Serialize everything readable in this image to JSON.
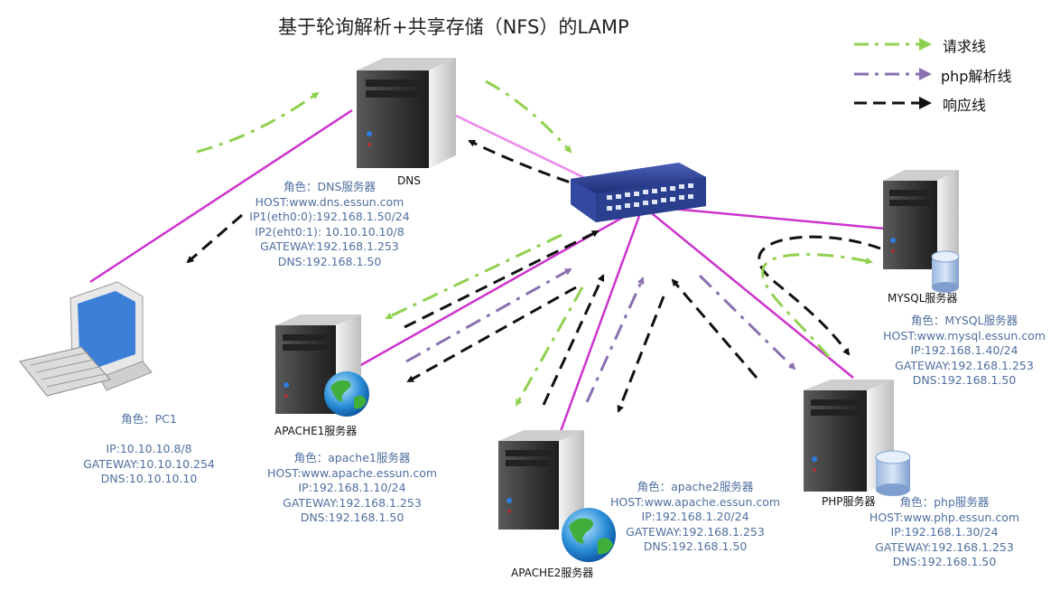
{
  "title": "基于轮询解析+共享存储（NFS）的LAMP",
  "legend": [
    {
      "label": "请求线",
      "color": "#8fd14f"
    },
    {
      "label": "php解析线",
      "color": "#8a70b0"
    },
    {
      "label": "响应线",
      "color": "#111111"
    }
  ],
  "colors": {
    "link": "#cc33cc",
    "link_light": "#ee88ee",
    "info_text": "#4f6f9f",
    "switch": "#2b3f8f"
  },
  "nodes": {
    "dns": {
      "label": "DNS",
      "info": [
        "角色：DNS服务器",
        "HOST:www.dns.essun.com",
        "IP1(eth0:0):192.168.1.50/24",
        "IP2(eht0:1): 10.10.10.10/8",
        "GATEWAY:192.168.1.253",
        "DNS:192.168.1.50"
      ]
    },
    "pc1": {
      "label": "",
      "info": [
        "角色：PC1",
        "",
        "IP:10.10.10.8/8",
        "GATEWAY:10.10.10.254",
        "DNS:10.10.10.10"
      ]
    },
    "apache1": {
      "label": "APACHE1服务器",
      "info": [
        "角色：apache1服务器",
        "HOST:www.apache.essun.com",
        "IP:192.168.1.10/24",
        "GATEWAY:192.168.1.253",
        "DNS:192.168.1.50"
      ]
    },
    "apache2": {
      "label": "APACHE2服务器",
      "info": [
        "角色：apache2服务器",
        "HOST:www.apache.essun.com",
        "IP:192.168.1.20/24",
        "GATEWAY:192.168.1.253",
        "DNS:192.168.1.50"
      ]
    },
    "mysql": {
      "label": "MYSQL服务器",
      "info": [
        "角色：MYSQL服务器",
        "HOST:www.mysql.essun.com",
        "IP:192.168.1.40/24",
        "GATEWAY:192.168.1.253",
        "DNS:192.168.1.50"
      ]
    },
    "php": {
      "label": "PHP服务器",
      "info": [
        "角色：php服务器",
        "HOST:www.php.essun.com",
        "IP:192.168.1.30/24",
        "GATEWAY:192.168.1.253",
        "DNS:192.168.1.50"
      ]
    }
  }
}
